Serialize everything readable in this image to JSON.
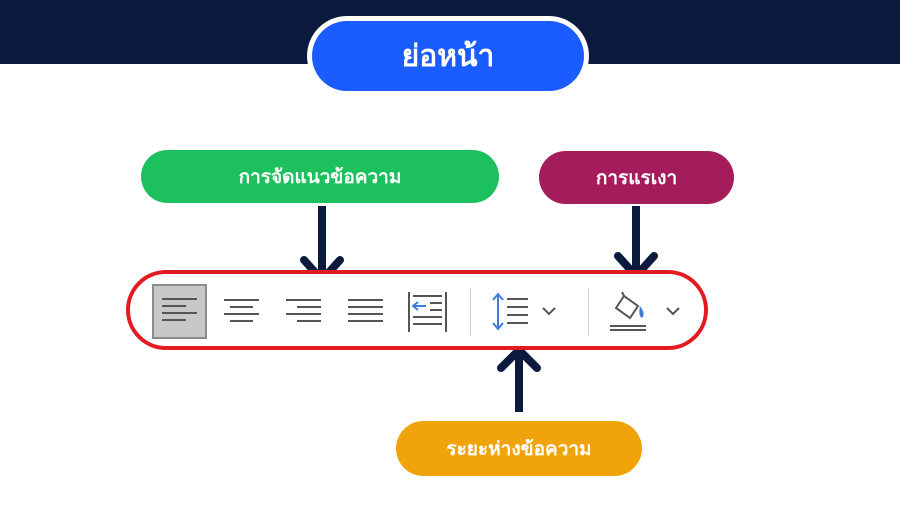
{
  "header": {
    "title": "ย่อหน้า"
  },
  "callouts": {
    "alignment": "การจัดแนวข้อความ",
    "shading": "การแรเงา",
    "spacing": "ระยะห่างข้อความ"
  },
  "toolbar": {
    "buttons": [
      {
        "icon": "align-left-icon",
        "selected": true
      },
      {
        "icon": "align-center-icon",
        "selected": false
      },
      {
        "icon": "align-right-icon",
        "selected": false
      },
      {
        "icon": "justify-icon",
        "selected": false
      },
      {
        "icon": "distributed-indent-icon",
        "selected": false
      },
      {
        "icon": "line-spacing-icon",
        "selected": false
      },
      {
        "icon": "shading-icon",
        "selected": false
      }
    ]
  },
  "colors": {
    "header_band": "#0b1a3d",
    "title_pill": "#1a5cff",
    "alignment_callout": "#1cc15e",
    "shading_callout": "#a51c5c",
    "spacing_callout": "#f0a30a",
    "highlight_ring": "#e21b23",
    "arrow": "#0b1a3d",
    "icon_blue": "#3b7dd8"
  }
}
